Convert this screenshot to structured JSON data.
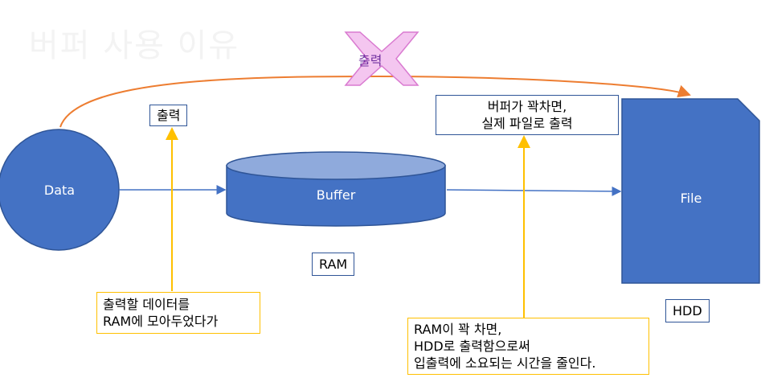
{
  "diagram": {
    "title": "버퍼 사용 이유",
    "nodes": {
      "data": "Data",
      "buffer": "Buffer",
      "file": "File"
    },
    "labels": {
      "direct_output": "출력",
      "crossed_output": "출력",
      "ram": "RAM",
      "hdd": "HDD",
      "collect_note": [
        "출력할 데이터를",
        "RAM에 모아두었다가"
      ],
      "full_note": [
        "버퍼가 꽉차면,",
        "실제 파일로 출력"
      ],
      "reason_note": [
        "RAM이 꽉 차면,",
        "HDD로 출력함으로써",
        "입출력에 소요되는 시간을 줄인다."
      ]
    },
    "colors": {
      "shape_fill": "#4472c4",
      "shape_stroke": "#2f5597",
      "buffer_top": "#8faadc",
      "orange_arrow": "#ed7d31",
      "gold_arrow": "#ffc000",
      "blue_arrow": "#4472c4",
      "x_fill": "#f4c6f0",
      "x_stroke": "#d97ad0",
      "title_color": "#f3f3f3"
    }
  }
}
